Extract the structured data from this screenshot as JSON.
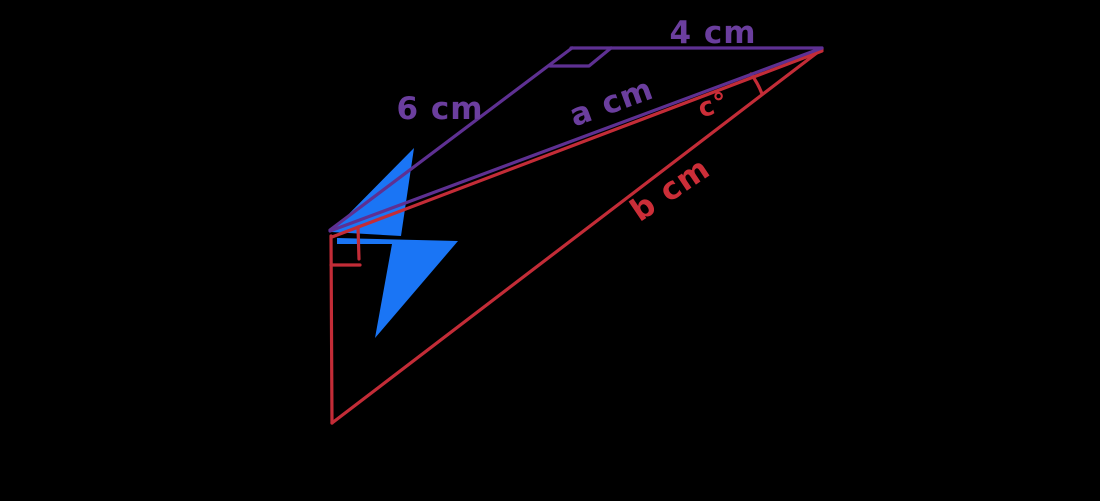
{
  "figure": {
    "type": "geometry-diagram",
    "description": "3D wedge diagram with two right triangles",
    "background": "#000000",
    "colors": {
      "purple": "#5e3092",
      "purple_text": "#6b3e9e",
      "red": "#c32c37",
      "red_text": "#cc2e38",
      "blue": "#1a75f5"
    },
    "labels": {
      "top_side": "4 cm",
      "left_side": "6 cm",
      "diagonal": "a cm",
      "angle": "c°",
      "hypotenuse": "b cm"
    },
    "icons": {
      "bolt": {
        "name": "lightning-bolt-icon",
        "glyph": "⚡"
      }
    },
    "markers": {
      "right_angle_top": "right angle between 6 cm and 4 cm sides",
      "right_angle_left": "right angle between vertical edge and a cm diagonal",
      "angle_arc": "arc marking angle c° at right vertex"
    }
  }
}
